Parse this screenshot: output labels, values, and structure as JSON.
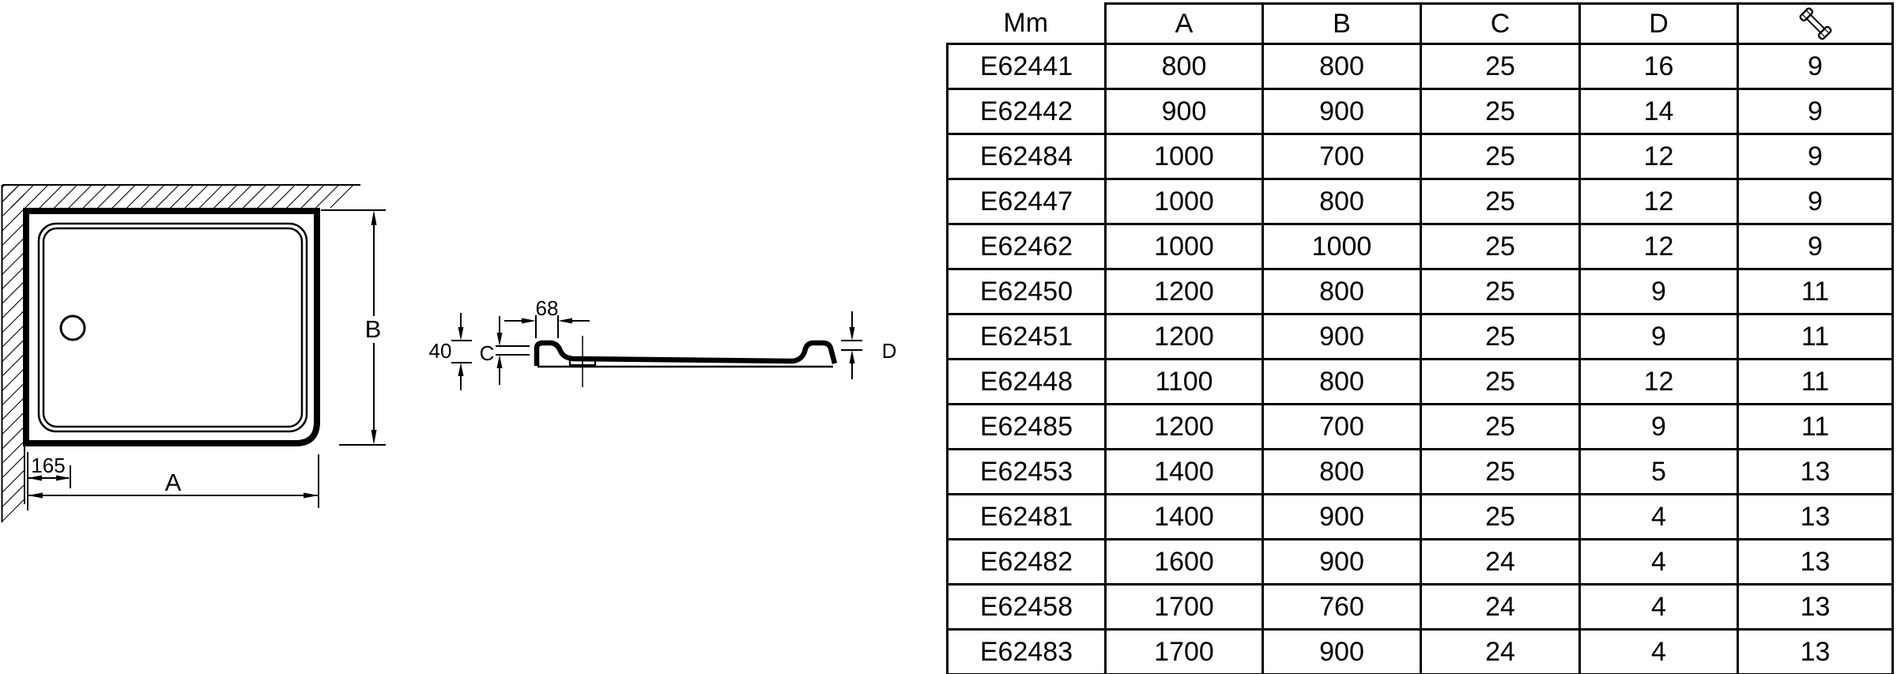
{
  "drawing": {
    "top_view": {
      "dim_a": "A",
      "dim_b": "B",
      "drain_offset": "165"
    },
    "section": {
      "rim_width": "68",
      "overall_height": "40",
      "dim_c": "C",
      "dim_d": "D"
    }
  },
  "table": {
    "header": {
      "ref": "Mm",
      "a": "A",
      "b": "B",
      "c": "C",
      "d": "D",
      "weight_icon": "weight-icon"
    },
    "rows": [
      {
        "ref": "E62441",
        "a": "800",
        "b": "800",
        "c": "25",
        "d": "16",
        "w": "9"
      },
      {
        "ref": "E62442",
        "a": "900",
        "b": "900",
        "c": "25",
        "d": "14",
        "w": "9"
      },
      {
        "ref": "E62484",
        "a": "1000",
        "b": "700",
        "c": "25",
        "d": "12",
        "w": "9"
      },
      {
        "ref": "E62447",
        "a": "1000",
        "b": "800",
        "c": "25",
        "d": "12",
        "w": "9"
      },
      {
        "ref": "E62462",
        "a": "1000",
        "b": "1000",
        "c": "25",
        "d": "12",
        "w": "9"
      },
      {
        "ref": "E62450",
        "a": "1200",
        "b": "800",
        "c": "25",
        "d": "9",
        "w": "11"
      },
      {
        "ref": "E62451",
        "a": "1200",
        "b": "900",
        "c": "25",
        "d": "9",
        "w": "11"
      },
      {
        "ref": "E62448",
        "a": "1100",
        "b": "800",
        "c": "25",
        "d": "12",
        "w": "11"
      },
      {
        "ref": "E62485",
        "a": "1200",
        "b": "700",
        "c": "25",
        "d": "9",
        "w": "11"
      },
      {
        "ref": "E62453",
        "a": "1400",
        "b": "800",
        "c": "25",
        "d": "5",
        "w": "13"
      },
      {
        "ref": "E62481",
        "a": "1400",
        "b": "900",
        "c": "25",
        "d": "4",
        "w": "13"
      },
      {
        "ref": "E62482",
        "a": "1600",
        "b": "900",
        "c": "24",
        "d": "4",
        "w": "13"
      },
      {
        "ref": "E62458",
        "a": "1700",
        "b": "760",
        "c": "24",
        "d": "4",
        "w": "13"
      },
      {
        "ref": "E62483",
        "a": "1700",
        "b": "900",
        "c": "24",
        "d": "4",
        "w": "13"
      }
    ]
  }
}
